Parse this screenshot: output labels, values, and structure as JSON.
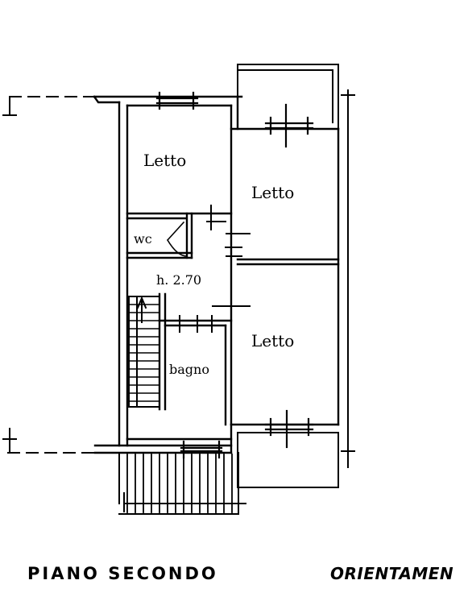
{
  "rooms": {
    "letto_1": "Letto",
    "letto_2": "Letto",
    "letto_3": "Letto",
    "wc": "wc",
    "bagno": "bagno",
    "height": "h. 2.70"
  },
  "captions": {
    "floor": "PIANO SECONDO",
    "orientation": "ORIENTAMEN"
  }
}
